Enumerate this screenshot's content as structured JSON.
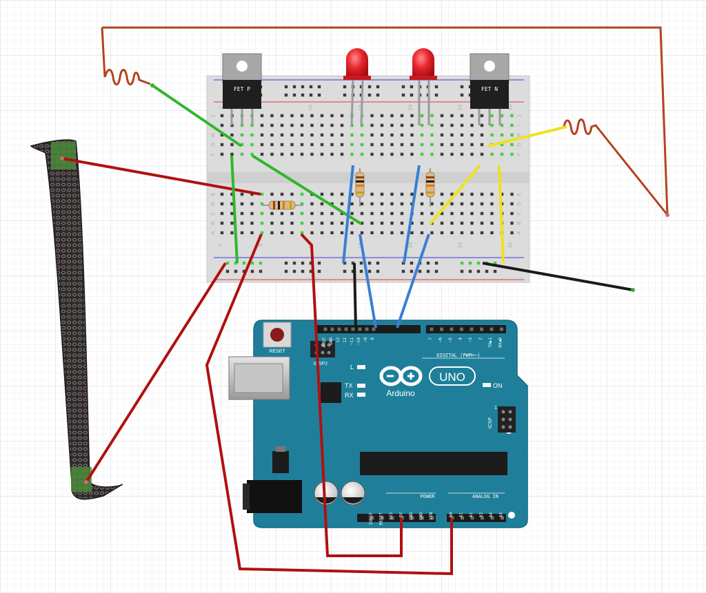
{
  "breadboard": {
    "column_numbers": [
      "1",
      "5",
      "10",
      "15",
      "20",
      "25",
      "30"
    ],
    "row_letters_top": [
      "J",
      "I",
      "H",
      "G",
      "F"
    ],
    "row_letters_bottom": [
      "E",
      "D",
      "C",
      "B",
      "A"
    ]
  },
  "transistors": {
    "left_label": "FET P",
    "right_label": "FET N"
  },
  "arduino": {
    "brand": "Arduino",
    "model": "UNO",
    "reset_label": "RESET",
    "icsp2_label": "ICSP2",
    "icsp_label": "ICSP",
    "icsp_pin1": "1",
    "digital_label": "DIGITAL (PWM=~)",
    "led_l": "L",
    "led_tx": "TX",
    "led_rx": "RX",
    "led_on": "ON",
    "power_label": "POWER",
    "analog_label": "ANALOG IN",
    "digital_pins": [
      "AREF",
      "GND",
      "13",
      "12",
      "~11",
      "~10",
      "~9",
      "8",
      "7",
      "~6",
      "~5",
      "4",
      "~3",
      "2",
      "TX▶1",
      "RX◀0"
    ],
    "power_pins": [
      "IOREF",
      "RESET",
      "3V3",
      "5V",
      "GND",
      "GND",
      "VIN"
    ],
    "analog_pins": [
      "A0",
      "A1",
      "A2",
      "A3",
      "A4",
      "A5"
    ]
  },
  "colors": {
    "wire_red": "#b01010",
    "wire_green": "#2db82d",
    "wire_blue": "#3a7fd0",
    "wire_yellow": "#f0e020",
    "wire_black": "#1a1a1a",
    "board_teal": "#1f7f9a",
    "led_red": "#e8242c",
    "coil_copper": "#b5421c"
  }
}
